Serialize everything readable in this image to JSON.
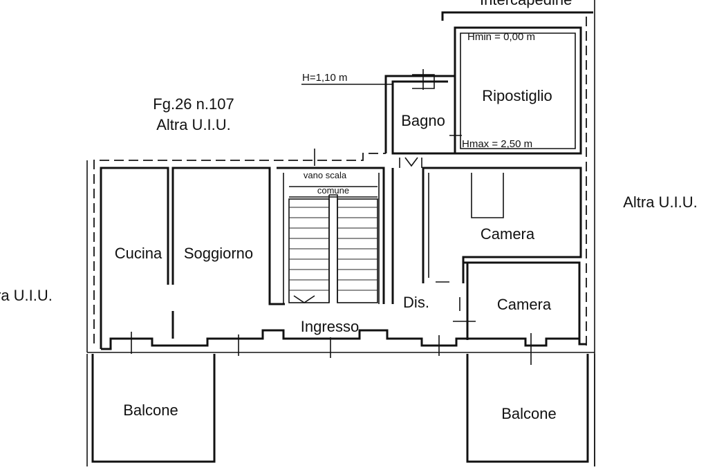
{
  "plan": {
    "top_label": "Intercapedine",
    "parcel_ref": "Fg.26 n.107",
    "other_unit": "Altra U.I.U.",
    "other_unit_right": "Altra U.I.U.",
    "other_unit_left": "ra U.I.U.",
    "h_bath": "H=1,10 m",
    "hmin": "Hmin = 0,00 m",
    "hmax": "Hmax = 2,50 m",
    "stair_line1": "vano scala",
    "stair_line2": "comune"
  },
  "rooms": {
    "kitchen": "Cucina",
    "living": "Soggiorno",
    "bathroom": "Bagno",
    "storage": "Ripostiglio",
    "bedroom1": "Camera",
    "bedroom2": "Camera",
    "hall": "Dis.",
    "entrance": "Ingresso",
    "balcony_left": "Balcone",
    "balcony_right": "Balcone"
  }
}
